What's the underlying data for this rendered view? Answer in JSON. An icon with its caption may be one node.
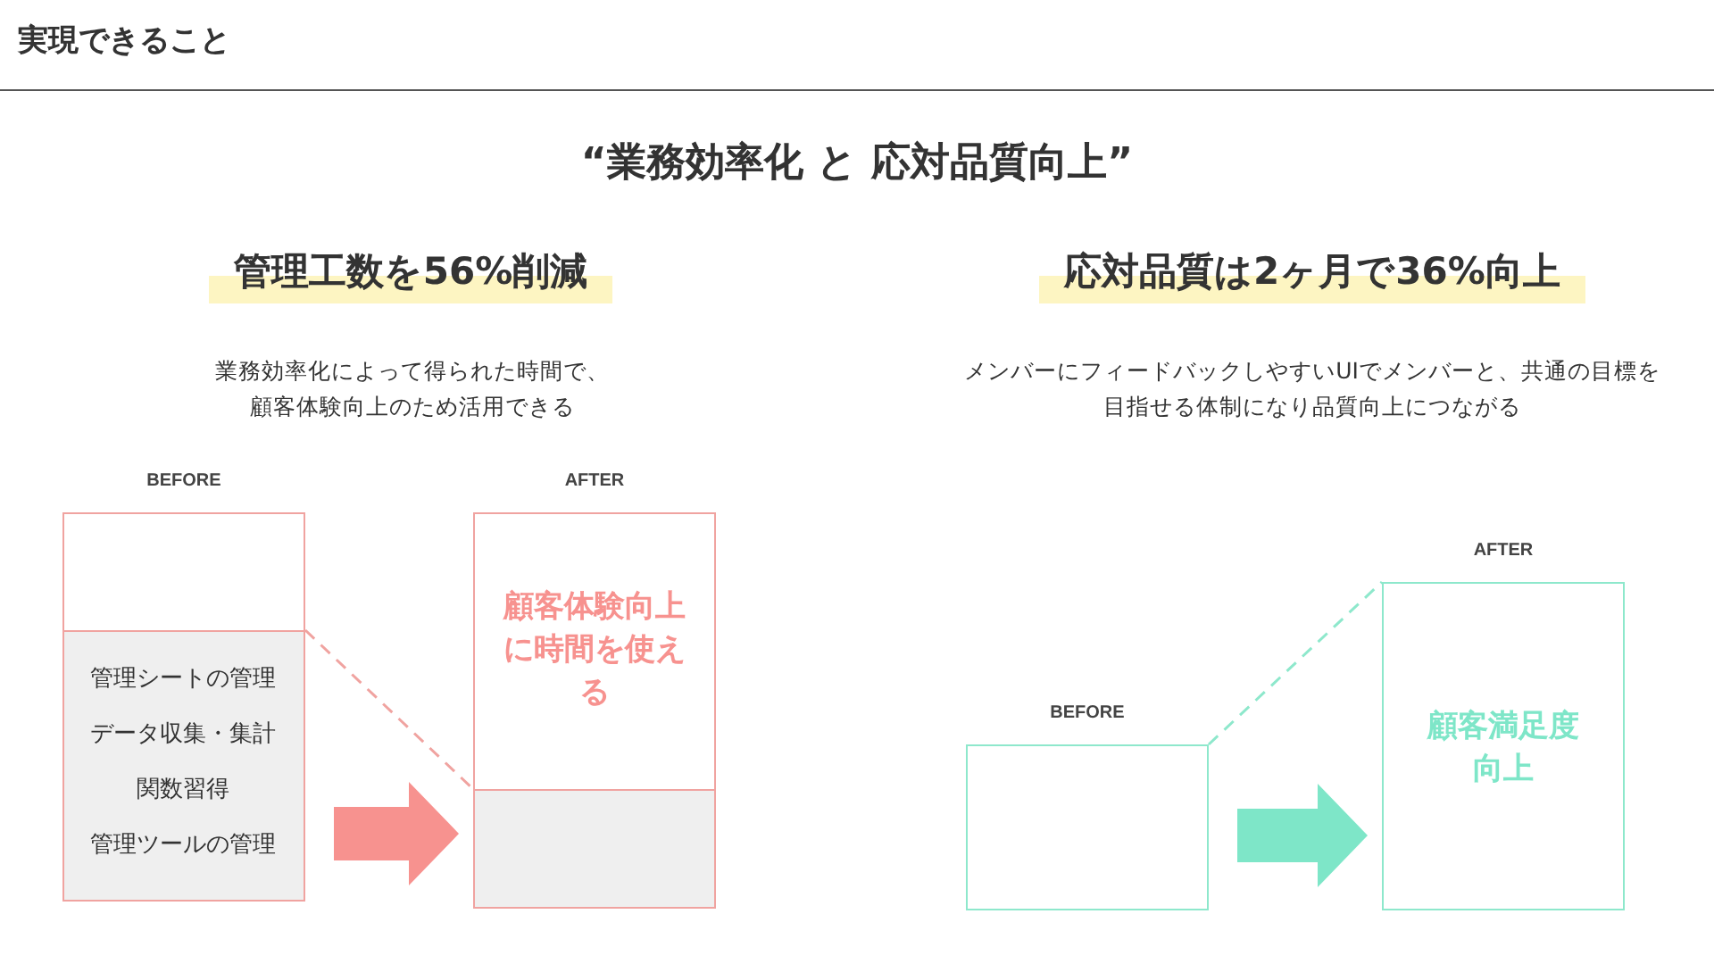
{
  "diagram": {
    "title": "実現できること",
    "nodes": [
      {
        "text": [
          "BEFORE"
        ]
      },
      {
        "text": [
          "管理シートの管理",
          "データ収集・集計",
          "関数習得",
          "管理ツールの管理"
        ],
        "in": 0
      },
      {
        "text": [
          "AFTER",
          "顧客体験向上に時間を使える"
        ]
      },
      {
        "text": [],
        "shape": "box",
        "in": 2
      },
      {
        "text": [
          "BEFORE"
        ]
      },
      {
        "text": [
          "AFTER",
          "顧客満足度向上"
        ]
      }
    ],
    "edges": [
      {
        "from": 0,
        "to": 2,
        "arrow": "to",
        "style": "thick",
        "color": "#f7928f"
      },
      {
        "from": 1,
        "to": 3,
        "arrow": "none",
        "style": "dashed",
        "color": "#f0a3a0"
      },
      {
        "from": 4,
        "to": 5,
        "arrow": "to",
        "style": "thick",
        "color": "#7ee6c8"
      },
      {
        "from": 4,
        "to": 5,
        "arrow": "none",
        "style": "dashed",
        "color": "#8ee8cc"
      }
    ],
    "labels": [
      "“業務効率化 と 応対品質向上”",
      "管理工数を56%削減",
      "業務効率化によって得られた時間で、顧客体験向上のため活用できる",
      "応対品質は2ヶ月で36%向上",
      "メンバーにフィードバックしやすいUIでメンバーと、共通の目標を目指せる体制になり品質向上につながる"
    ]
  }
}
